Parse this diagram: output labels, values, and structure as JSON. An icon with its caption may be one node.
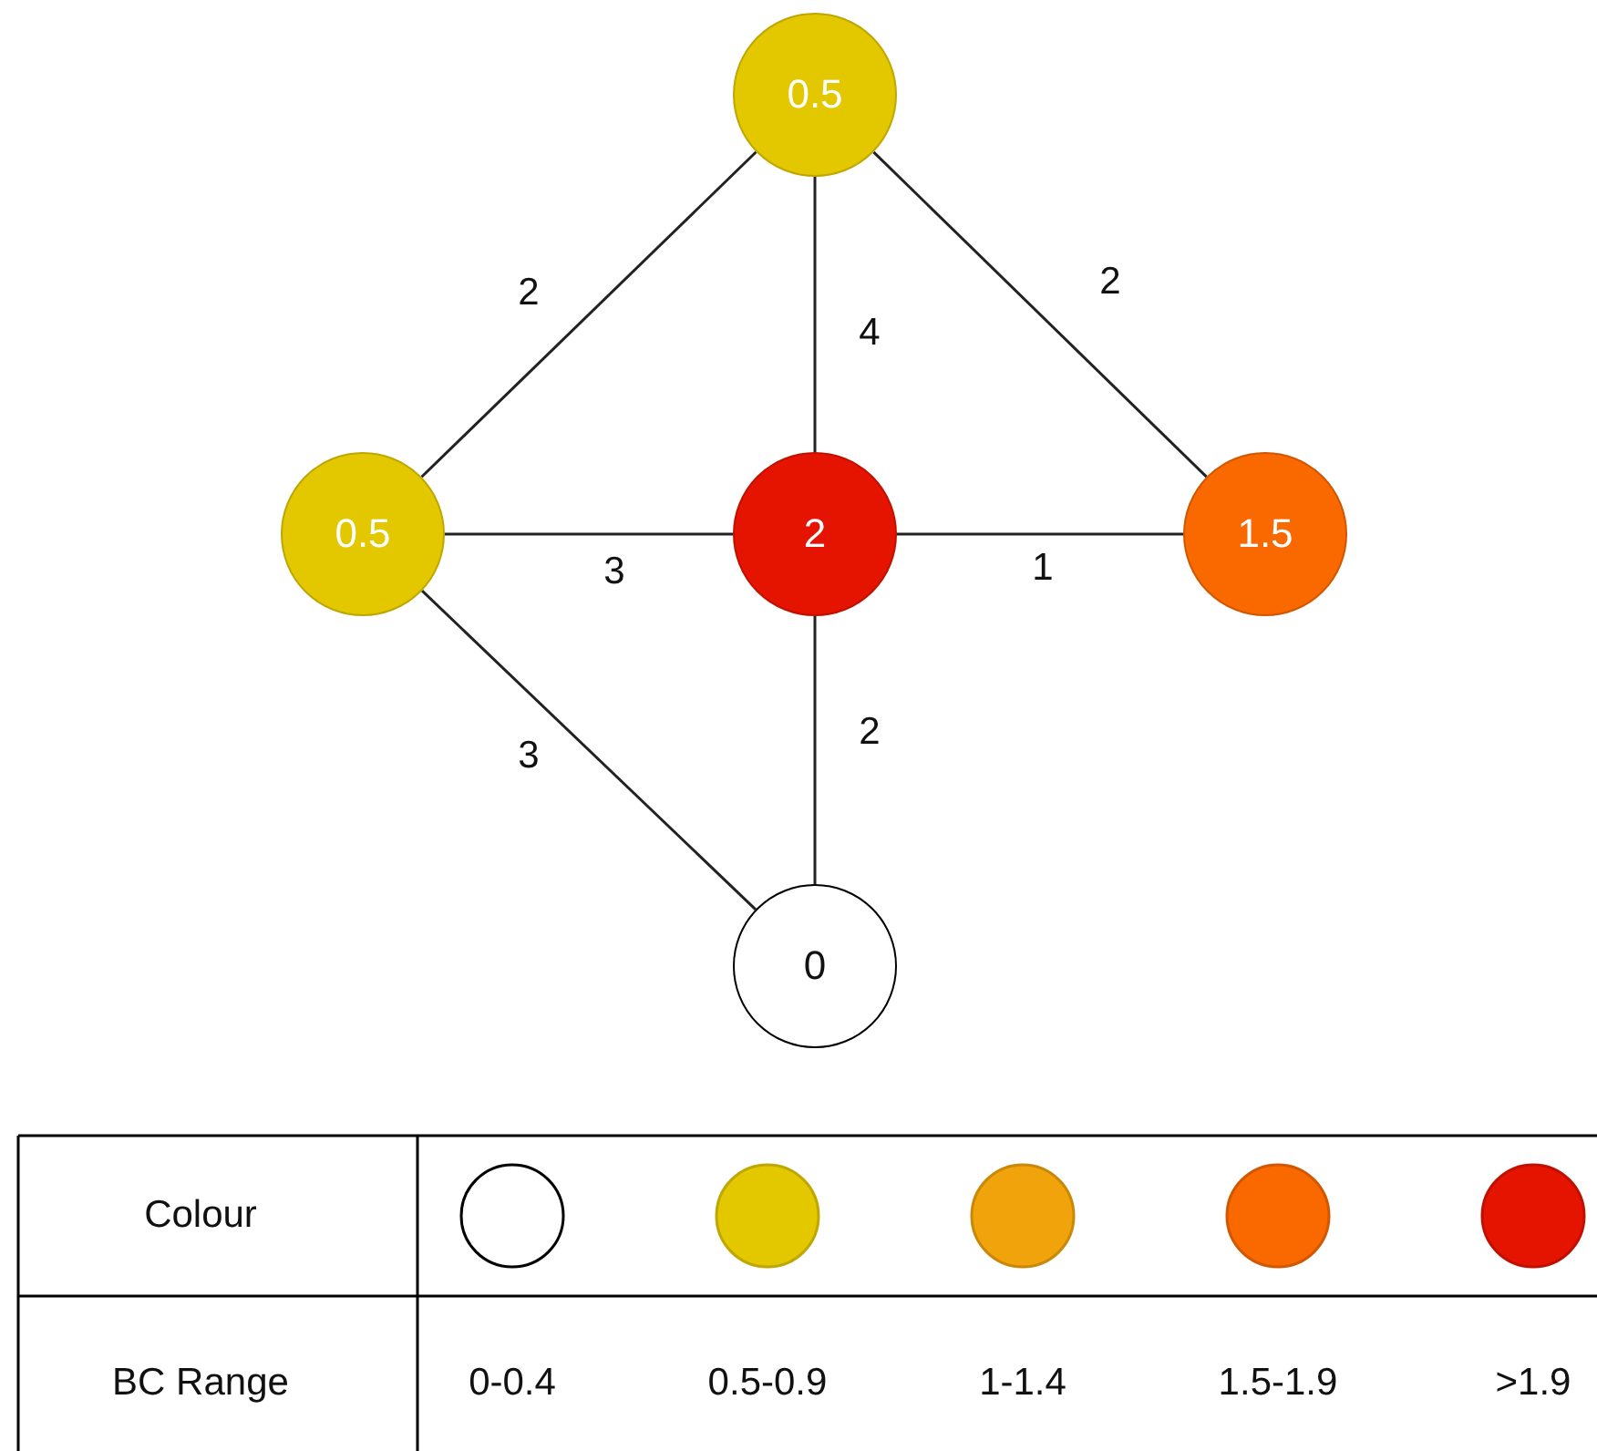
{
  "diagram": {
    "nodes": [
      {
        "text": [
          "0.5"
        ]
      },
      {
        "text": [
          "0.5"
        ]
      },
      {
        "text": [
          "2"
        ]
      },
      {
        "text": [
          "1.5"
        ]
      },
      {
        "text": [
          "0"
        ]
      }
    ],
    "edges": [
      {
        "from": 0,
        "to": 1,
        "arrow": "none",
        "label": "2"
      },
      {
        "from": 0,
        "to": 2,
        "arrow": "none",
        "label": "4"
      },
      {
        "from": 0,
        "to": 3,
        "arrow": "none",
        "label": "2"
      },
      {
        "from": 1,
        "to": 2,
        "arrow": "none",
        "label": "3"
      },
      {
        "from": 2,
        "to": 3,
        "arrow": "none",
        "label": "1"
      },
      {
        "from": 1,
        "to": 4,
        "arrow": "none",
        "label": "3"
      },
      {
        "from": 2,
        "to": 4,
        "arrow": "none",
        "label": "2"
      }
    ],
    "labels": [
      "Colour",
      "BC Range"
    ],
    "legend": [
      {
        "text": "0-0.4",
        "color": "#ffffff"
      },
      {
        "text": "0.5-0.9",
        "color": "#e3c800"
      },
      {
        "text": "1-1.4",
        "color": "#f0a30a"
      },
      {
        "text": "1.5-1.9",
        "color": "#fa6800"
      },
      {
        "text": ">1.9",
        "color": "#e51400"
      }
    ]
  }
}
